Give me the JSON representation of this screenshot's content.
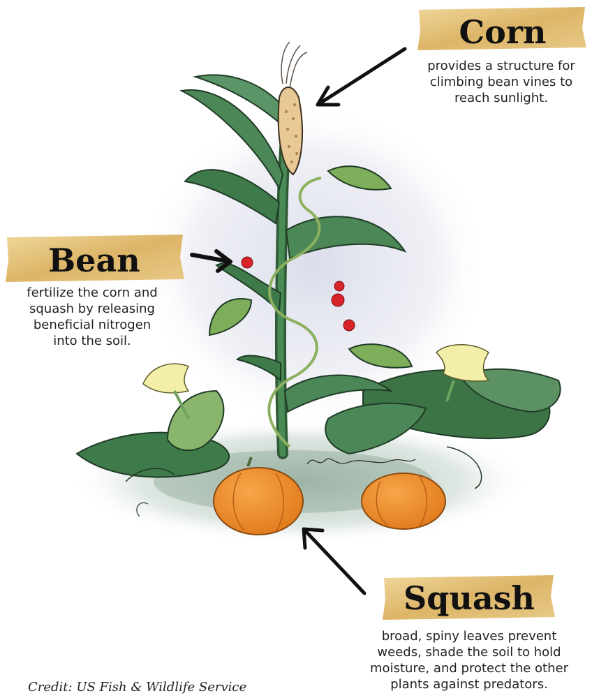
{
  "labels": {
    "corn": {
      "title": "Corn",
      "description": [
        "provides a structure for",
        "climbing bean vines to",
        "reach sunlight."
      ]
    },
    "bean": {
      "title": "Bean",
      "description": [
        "fertilize the corn and",
        "squash by releasing",
        "beneficial nitrogen",
        "into the soil."
      ]
    },
    "squash": {
      "title": "Squash",
      "description": [
        "broad, spiny leaves prevent",
        "weeds, shade the soil to hold",
        "moisture, and protect the other",
        "plants against predators."
      ]
    }
  },
  "credit": "Credit: US Fish & Wildlife Service",
  "colors": {
    "banner_gold": "#e3c27a",
    "leaf_green": "#3f7a4a",
    "leaf_light": "#6fa35f",
    "squash_orange": "#e98a2b",
    "bean_red": "#d8242a",
    "flower_yellow": "#f3eea8",
    "haze": "#d9dbe8"
  }
}
